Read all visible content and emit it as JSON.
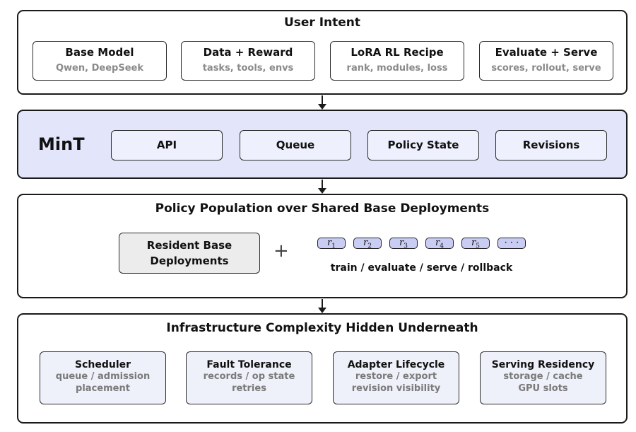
{
  "user_intent": {
    "title": "User Intent",
    "boxes": [
      {
        "title": "Base Model",
        "subtitle": "Qwen, DeepSeek"
      },
      {
        "title": "Data + Reward",
        "subtitle": "tasks, tools, envs"
      },
      {
        "title": "LoRA RL Recipe",
        "subtitle": "rank, modules, loss"
      },
      {
        "title": "Evaluate + Serve",
        "subtitle": "scores, rollout, serve"
      }
    ]
  },
  "mint": {
    "brand": "MinT",
    "boxes": [
      "API",
      "Queue",
      "Policy State",
      "Revisions"
    ]
  },
  "policy": {
    "title": "Policy Population over Shared Base Deployments",
    "resident_line1": "Resident Base",
    "resident_line2": "Deployments",
    "plus": "+",
    "revisions": [
      {
        "base": "r",
        "sub": "1"
      },
      {
        "base": "r",
        "sub": "2"
      },
      {
        "base": "r",
        "sub": "3"
      },
      {
        "base": "r",
        "sub": "4"
      },
      {
        "base": "r",
        "sub": "5"
      },
      {
        "base": "· · ·",
        "sub": ""
      }
    ],
    "caption": "train / evaluate / serve / rollback"
  },
  "infra": {
    "title": "Infrastructure Complexity Hidden Underneath",
    "boxes": [
      {
        "title": "Scheduler",
        "line1": "queue / admission",
        "line2": "placement"
      },
      {
        "title": "Fault Tolerance",
        "line1": "records / op state",
        "line2": "retries"
      },
      {
        "title": "Adapter Lifecycle",
        "line1": "restore / export",
        "line2": "revision visibility"
      },
      {
        "title": "Serving Residency",
        "line1": "storage / cache",
        "line2": "GPU slots"
      }
    ]
  },
  "colors": {
    "mint_panel": "#e3e6fb",
    "mint_box": "#eef0fd",
    "revision_tag": "#c9cdf3",
    "resident_box": "#ececec",
    "infra_box": "#eef0fa"
  }
}
